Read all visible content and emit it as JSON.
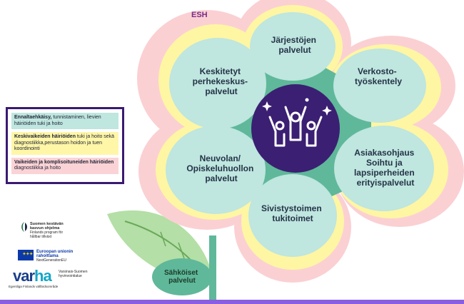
{
  "esh_label": "ESH",
  "petals": {
    "top": [
      "Järjestöjen",
      "palvelut"
    ],
    "upper_right": [
      "Verkosto-",
      "työskentely"
    ],
    "lower_right": [
      "Asiakasohjaus",
      "Soihtu ja",
      "lapsiperheiden",
      "erityispalvelut"
    ],
    "bottom": [
      "Sivistystoimen",
      "tukitoimet"
    ],
    "lower_left": [
      "Neuvolan/",
      "Opiskeluhuollon",
      "palvelut"
    ],
    "upper_left": [
      "Keskitetyt",
      "perhekeskus-",
      "palvelut"
    ]
  },
  "stem_label": [
    "Sähköiset",
    "palvelut"
  ],
  "legend": {
    "item1_bold": "Ennaltaehkäisy,",
    "item1_rest": " tunnistaminen, lievien häiriöiden tuki ja hoito",
    "item2_bold": "Keskivaikeiden häiriöiden",
    "item2_rest": " tuki ja hoito sekä diagnostiikka,perustason hoidon ja tuen koordinointi",
    "item3_bold": "Vaikeiden ja komplisoituneiden häiriöiden",
    "item3_rest": " diagnostiikka ja hoito"
  },
  "logos": {
    "suomi_title": "Suomen kestävän kasvun ohjelma",
    "suomi_sub": "Finlands program för hållbar tillväxt",
    "eu_title": "Euroopan unionin rahoittama",
    "eu_sub": "NextGenerationEU",
    "varha_word_a": "var",
    "varha_word_b": "ha",
    "varha_sub": "Varsinais-Suomen hyvinvointialue",
    "varha_sub2": "Egentliga Finlands välfärdsområde"
  },
  "colors": {
    "pink": "#fbd0d3",
    "yellow": "#fff6a3",
    "teal_petal": "#bfe6df",
    "green_mid": "#5fb89a",
    "center": "#3b1f72",
    "bottom_bar": "#8a5ee0"
  }
}
